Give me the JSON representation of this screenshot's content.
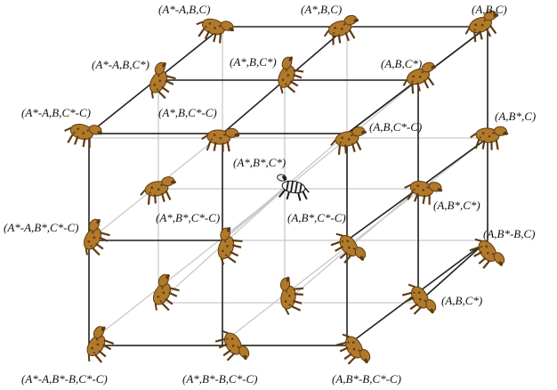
{
  "labels": {
    "back_top_left": "(A*-A,B,C)",
    "back_top_mid": "(A*,B,C)",
    "back_top_right": "(A,B,C)",
    "mid_top_left": "(A*-A,B,C*)",
    "mid_top_mid": "(A*,B,C*)",
    "mid_top_right": "(A,B,C*)",
    "front_top_left": "(A*-A,B,C*-C)",
    "front_top_mid": "(A*,B,C*-C)",
    "front_top_right": "(A,B,C*-C)",
    "back_mid_right": "(A,B*,C)",
    "center": "(A*,B*,C*)",
    "mid_mid_right": "(A,B*,C*)",
    "front_mid_left": "(A*-A,B*,C*-C)",
    "front_mid_mid": "(A*,B*,C*-C)",
    "front_mid_right": "(A,B*,C*-C)",
    "back_bot_right": "(A,B*-B,C)",
    "mid_bot_right": "(A,B,C*)",
    "front_bot_left": "(A*-A,B*-B,C*-C)",
    "front_bot_mid": "(A*,B*-B,C*-C)",
    "front_bot_right": "(A,B*-B,C*-C)"
  },
  "animals": {
    "hyena": "hyena",
    "zebra": "zebra"
  },
  "colors": {
    "hyena_body": "#b07a2a",
    "hyena_dark": "#5e3a12",
    "zebra_body": "#f2f2f2",
    "zebra_stripe": "#1a1a1a",
    "edge_black": "#222222",
    "edge_grey": "#c9c9c9"
  }
}
